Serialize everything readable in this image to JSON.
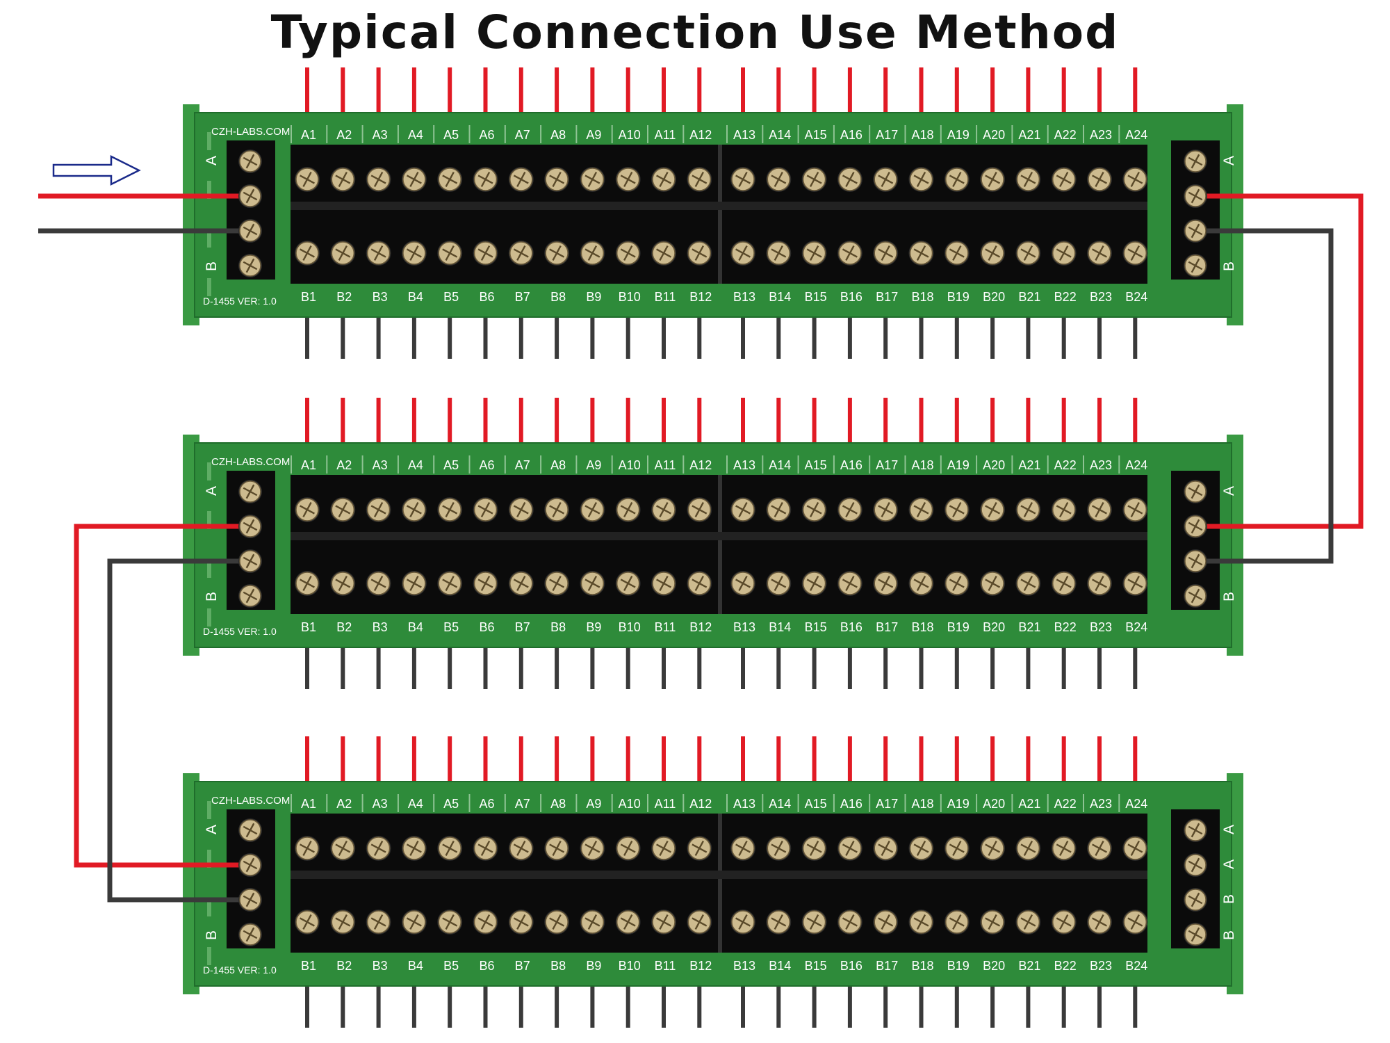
{
  "title": "Typical Connection Use Method",
  "board": {
    "brand": "CZH-LABS.COM",
    "model": "D-1455 VER: 1.0",
    "left_labels": [
      "A",
      "B"
    ],
    "right_labels_linked": [
      "A",
      "B"
    ],
    "right_labels_last": [
      "A",
      "A",
      "B",
      "B"
    ],
    "top_terminals": [
      "A1",
      "A2",
      "A3",
      "A4",
      "A5",
      "A6",
      "A7",
      "A8",
      "A9",
      "A10",
      "A11",
      "A12",
      "A13",
      "A14",
      "A15",
      "A16",
      "A17",
      "A18",
      "A19",
      "A20",
      "A21",
      "A22",
      "A23",
      "A24"
    ],
    "bottom_terminals": [
      "B1",
      "B2",
      "B3",
      "B4",
      "B5",
      "B6",
      "B7",
      "B8",
      "B9",
      "B10",
      "B11",
      "B12",
      "B13",
      "B14",
      "B15",
      "B16",
      "B17",
      "B18",
      "B19",
      "B20",
      "B21",
      "B22",
      "B23",
      "B24"
    ]
  },
  "colors": {
    "pcb": "#2e8b3a",
    "rail": "#3a9a43",
    "block": "#0b0b0b",
    "screw": "#cdbb8f",
    "wire_positive": "#e11a24",
    "wire_negative": "#3a3a3a",
    "arrow": "#1a2a8a"
  }
}
